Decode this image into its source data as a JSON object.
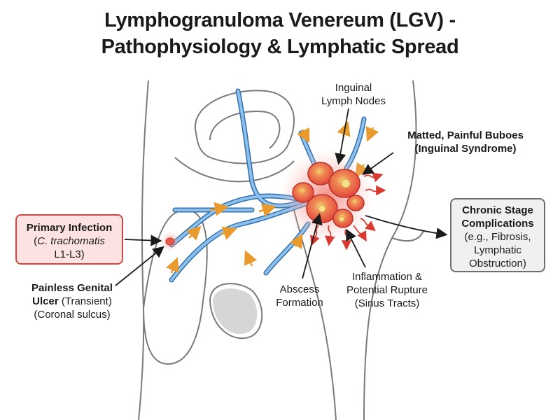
{
  "title": {
    "line1": "Lymphogranuloma Venereum (LGV) -",
    "line2": "Pathophysiology & Lymphatic Spread"
  },
  "labels": {
    "inguinal_nodes": {
      "line1": "Inguinal",
      "line2": "Lymph Nodes"
    },
    "buboes": {
      "line1": "Matted, Painful Buboes",
      "line2": "(Inguinal Syndrome)"
    },
    "primary_infection": {
      "title": "Primary Infection",
      "line2_paren": "(",
      "line2_italic": "C. trachomatis",
      "line3": "L1-L3)"
    },
    "chronic": {
      "line1": "Chronic Stage",
      "line2": "Complications",
      "line3": "(e.g., Fibrosis,",
      "line4": "Lymphatic",
      "line5": "Obstruction)"
    },
    "ulcer": {
      "bold1": "Painless Genital",
      "bold2": "Ulcer",
      "rest2": " (Transient)",
      "line3": "(Coronal sulcus)"
    },
    "abscess": {
      "line1": "Abscess",
      "line2": "Formation"
    },
    "inflammation": {
      "line1": "Inflammation &",
      "line2": "Potential Rupture",
      "line3": "(Sinus Tracts)"
    }
  },
  "colors": {
    "outline": "#7a7a7a",
    "lymph_vessel": "#5b9bd5",
    "lymph_vessel_dark": "#2f6fad",
    "flow_arrow": "#e89a2c",
    "node_fill": "#ec5a4a",
    "node_core": "#f3d36a",
    "inflammation_glow": "#f4a09a",
    "rupture_arrow": "#d93a30",
    "primary_box_border": "#c94a45",
    "primary_box_fill": "#fce3e1",
    "chronic_box_border": "#6e6e6e",
    "chronic_box_fill": "#f0f0f0"
  }
}
